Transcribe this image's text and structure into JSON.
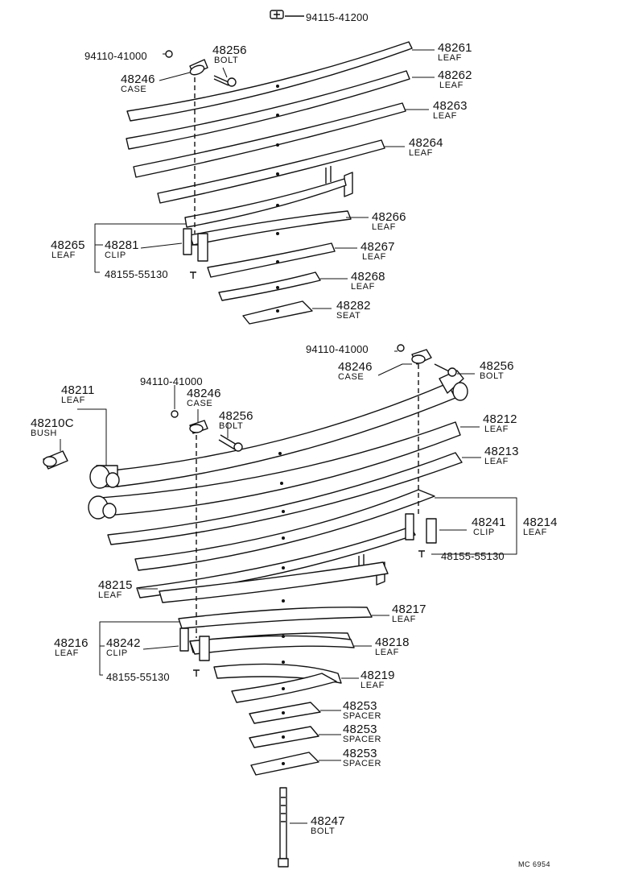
{
  "top_assembly": {
    "bolt_top": "94115-41200",
    "nut1": "94110-41000",
    "case1": {
      "number": "48246",
      "name": "CASE"
    },
    "bolt1": {
      "number": "48256",
      "name": "BOLT"
    },
    "leaf1": {
      "number": "48261",
      "name": "LEAF"
    },
    "leaf2": {
      "number": "48262",
      "name": "LEAF"
    },
    "leaf3": {
      "number": "48263",
      "name": "LEAF"
    },
    "leaf4": {
      "number": "48264",
      "name": "LEAF"
    },
    "leaf5": {
      "number": "48266",
      "name": "LEAF"
    },
    "leaf6": {
      "number": "48267",
      "name": "LEAF"
    },
    "leaf7": {
      "number": "48268",
      "name": "LEAF"
    },
    "seat": {
      "number": "48282",
      "name": "SEAT"
    },
    "leaf_group": {
      "number": "48265",
      "name": "LEAF"
    },
    "clip": {
      "number": "48281",
      "name": "CLIP"
    },
    "rivet": "48155-55130"
  },
  "bottom_assembly": {
    "nut_right": "94110-41000",
    "case_right": {
      "number": "48246",
      "name": "CASE"
    },
    "bolt_right": {
      "number": "48256",
      "name": "BOLT"
    },
    "main_leaf": {
      "number": "48211",
      "name": "LEAF"
    },
    "bush": {
      "number": "48210C",
      "name": "BUSH"
    },
    "nut_left": "94110-41000",
    "case_left": {
      "number": "48246",
      "name": "CASE"
    },
    "bolt_left": {
      "number": "48256",
      "name": "BOLT"
    },
    "leaf2": {
      "number": "48212",
      "name": "LEAF"
    },
    "leaf3": {
      "number": "48213",
      "name": "LEAF"
    },
    "clip_right": {
      "number": "48241",
      "name": "CLIP"
    },
    "leaf_group_right": {
      "number": "48214",
      "name": "LEAF"
    },
    "rivet_right": "48155-55130",
    "leaf5": {
      "number": "48215",
      "name": "LEAF"
    },
    "leaf7": {
      "number": "48217",
      "name": "LEAF"
    },
    "leaf_group_left": {
      "number": "48216",
      "name": "LEAF"
    },
    "clip_left": {
      "number": "48242",
      "name": "CLIP"
    },
    "leaf8": {
      "number": "48218",
      "name": "LEAF"
    },
    "rivet_left": "48155-55130",
    "leaf9": {
      "number": "48219",
      "name": "LEAF"
    },
    "spacer1": {
      "number": "48253",
      "name": "SPACER"
    },
    "spacer2": {
      "number": "48253",
      "name": "SPACER"
    },
    "spacer3": {
      "number": "48253",
      "name": "SPACER"
    },
    "center_bolt": {
      "number": "48247",
      "name": "BOLT"
    }
  },
  "figure_code": "MC 6954"
}
